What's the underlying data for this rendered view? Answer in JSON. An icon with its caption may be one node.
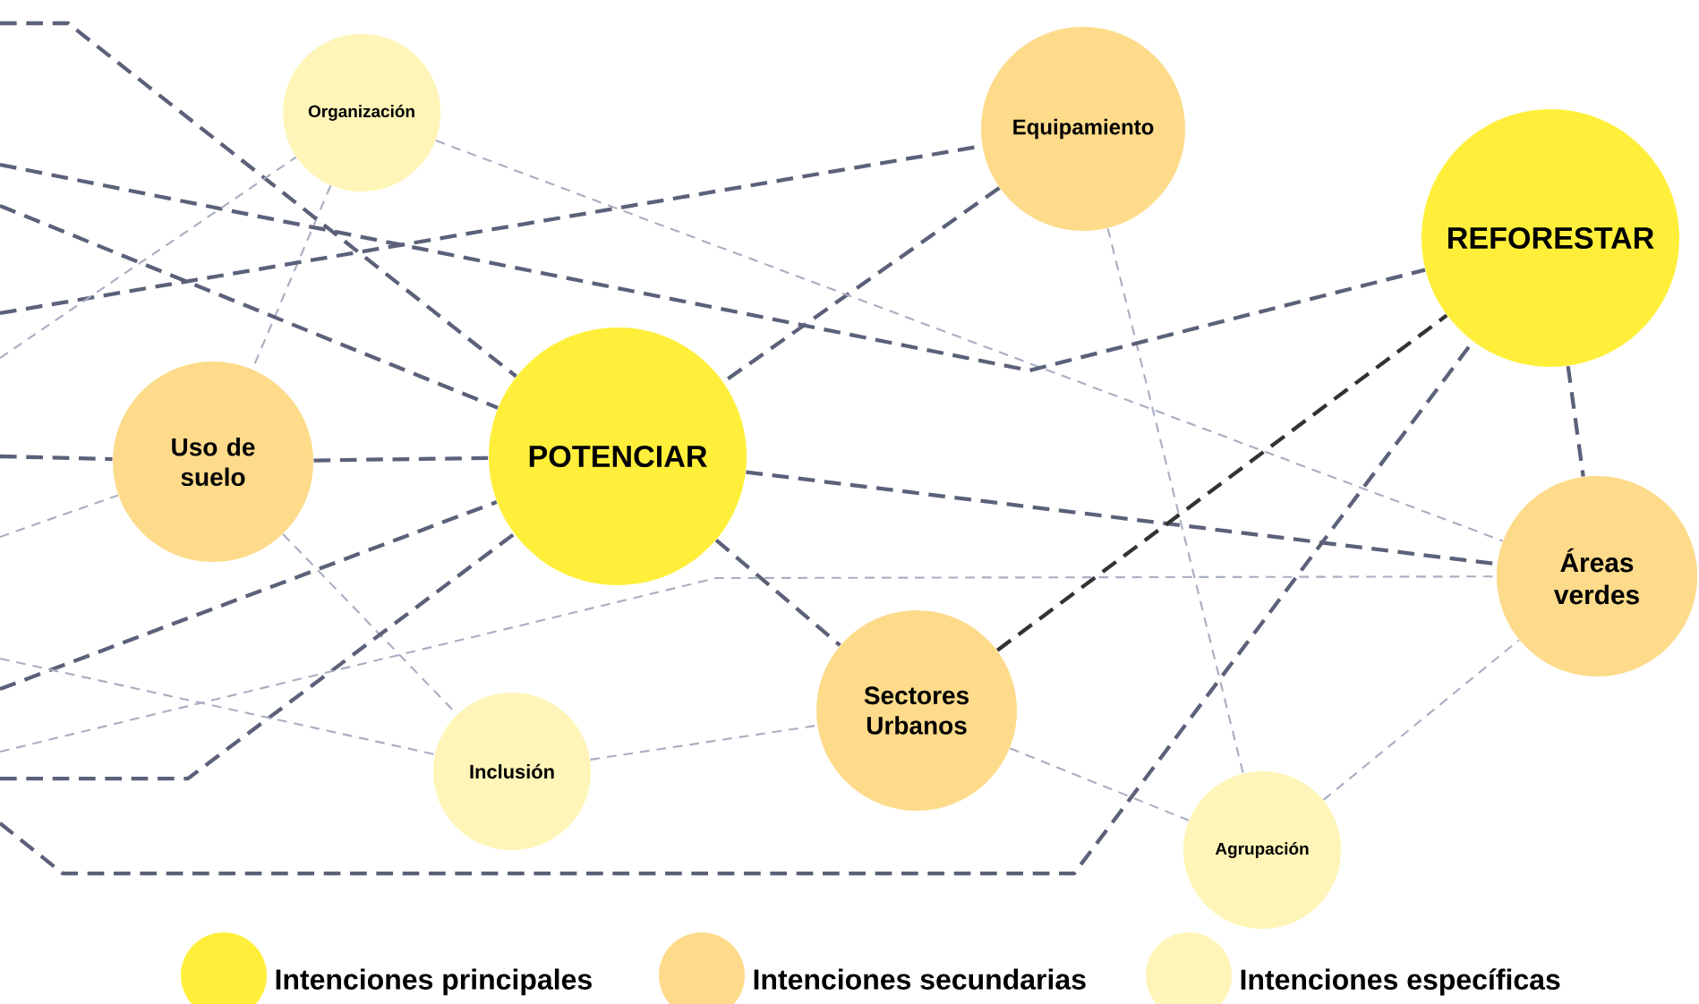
{
  "diagram": {
    "nodes": [
      {
        "text": [
          "Organización"
        ]
      },
      {
        "text": [
          "Equipamiento"
        ]
      },
      {
        "text": [
          "REFORESTAR"
        ]
      },
      {
        "text": [
          "Uso de suelo"
        ]
      },
      {
        "text": [
          "POTENCIAR"
        ]
      },
      {
        "text": [
          "Áreas verdes"
        ]
      },
      {
        "text": [
          "Sectores Urbanos"
        ]
      },
      {
        "text": [
          "Inclusión"
        ]
      },
      {
        "text": [
          "Agrupación"
        ]
      }
    ],
    "edges": [
      {
        "from": 1,
        "to": 4,
        "arrow": "none",
        "style": "dashed"
      },
      {
        "from": 4,
        "to": 6,
        "arrow": "none",
        "style": "dashed"
      },
      {
        "from": 4,
        "to": 5,
        "arrow": "none",
        "style": "dashed"
      },
      {
        "from": 3,
        "to": 4,
        "arrow": "none",
        "style": "dashed"
      },
      {
        "from": 2,
        "to": 5,
        "arrow": "none",
        "style": "dashed"
      },
      {
        "from": 6,
        "to": 2,
        "arrow": "none",
        "style": "dashed",
        "color": "#333333"
      },
      {
        "from": 0,
        "to": 3,
        "arrow": "none",
        "style": "dashed",
        "color": "#a9aec2"
      },
      {
        "from": 0,
        "to": 5,
        "arrow": "none",
        "style": "dashed",
        "color": "#a9aec2"
      },
      {
        "from": 1,
        "to": 8,
        "arrow": "none",
        "style": "dashed",
        "color": "#a9aec2"
      },
      {
        "from": 6,
        "to": 8,
        "arrow": "none",
        "style": "dashed",
        "color": "#a9aec2"
      },
      {
        "from": 7,
        "to": 6,
        "arrow": "none",
        "style": "dashed",
        "color": "#a9aec2"
      },
      {
        "from": 8,
        "to": 5,
        "arrow": "none",
        "style": "dashed",
        "color": "#a9aec2"
      },
      {
        "from": 3,
        "to": 7,
        "arrow": "none",
        "style": "dashed",
        "color": "#a9aec2"
      },
      {
        "from": null,
        "to": 4,
        "arrow": "none",
        "style": "dashed"
      },
      {
        "from": null,
        "to": 2,
        "arrow": "none",
        "style": "dashed"
      },
      {
        "from": null,
        "to": 4,
        "arrow": "none",
        "style": "dashed"
      },
      {
        "from": null,
        "to": 1,
        "arrow": "none",
        "style": "dashed"
      },
      {
        "from": null,
        "to": 0,
        "arrow": "none",
        "style": "dashed",
        "color": "#a9aec2"
      },
      {
        "from": null,
        "to": 3,
        "arrow": "none",
        "style": "dashed"
      },
      {
        "from": null,
        "to": 3,
        "arrow": "none",
        "style": "dashed",
        "color": "#a9aec2"
      },
      {
        "from": null,
        "to": 4,
        "arrow": "none",
        "style": "dashed"
      },
      {
        "from": null,
        "to": 4,
        "arrow": "none",
        "style": "dashed"
      },
      {
        "from": null,
        "to": 7,
        "arrow": "none",
        "style": "dashed",
        "color": "#a9aec2"
      },
      {
        "from": null,
        "to": 5,
        "arrow": "none",
        "style": "dashed",
        "color": "#a9aec2"
      },
      {
        "from": null,
        "to": 2,
        "arrow": "none",
        "style": "dashed"
      }
    ],
    "legend": [
      {
        "text": "Intenciones principales",
        "color": "#ffef3a"
      },
      {
        "text": "Intenciones secundarias",
        "color": "#fddb8a"
      },
      {
        "text": "Intenciones específicas",
        "color": "#fff5b8"
      }
    ]
  }
}
